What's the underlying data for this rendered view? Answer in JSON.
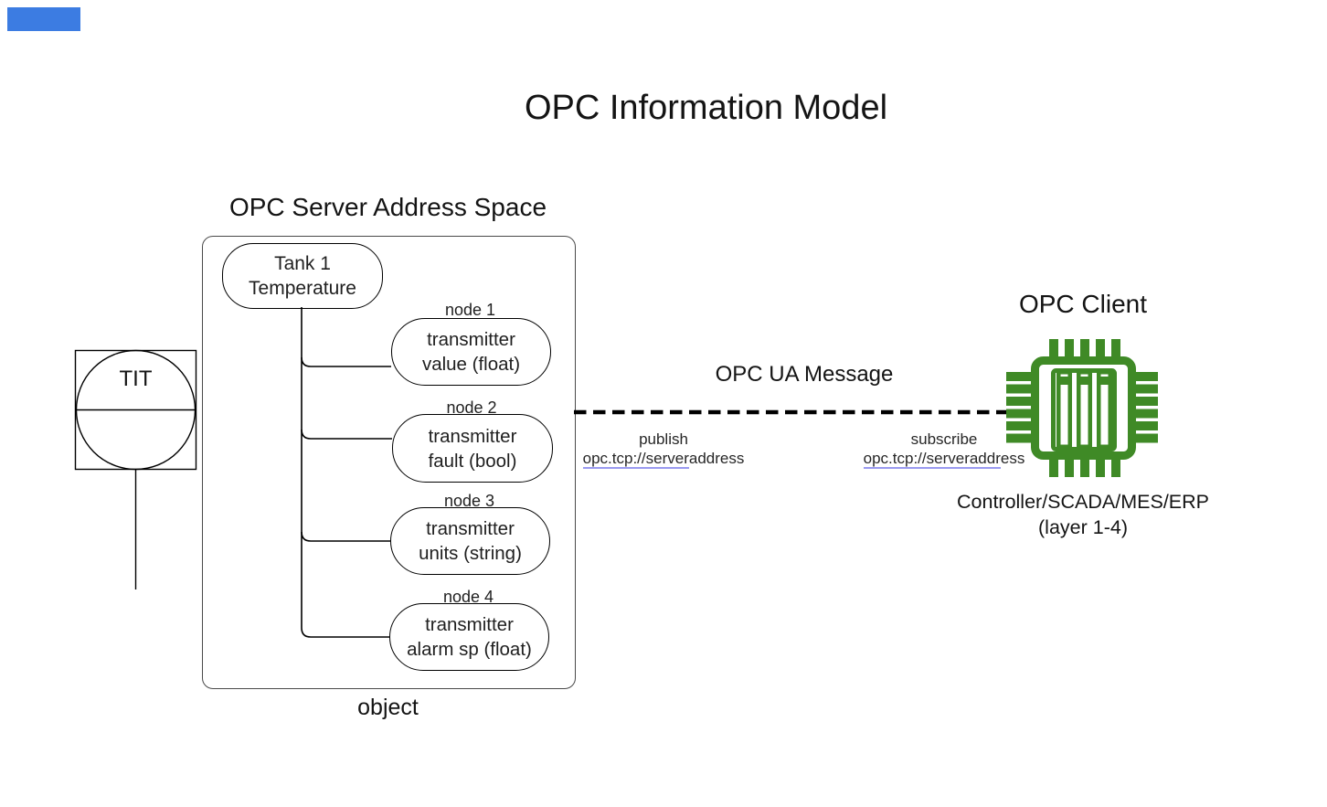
{
  "title": "OPC Information Model",
  "colors": {
    "corner_accent": "#3c7ce2",
    "chip_green": "#3f8a26",
    "link_underline": "#9a9af0"
  },
  "address_space": {
    "heading": "OPC Server Address Space",
    "footer_label": "object",
    "root": {
      "line1": "Tank 1",
      "line2": "Temperature"
    },
    "nodes": [
      {
        "label": "node 1",
        "line1": "transmitter",
        "line2": "value (float)"
      },
      {
        "label": "node 2",
        "line1": "transmitter",
        "line2": "fault (bool)"
      },
      {
        "label": "node 3",
        "line1": "transmitter",
        "line2": "units (string)"
      },
      {
        "label": "node 4",
        "line1": "transmitter",
        "line2": "alarm sp (float)"
      }
    ]
  },
  "instrument": {
    "tag": "TIT"
  },
  "link": {
    "message_label": "OPC UA Message",
    "publish": {
      "action": "publish",
      "url_linked": "opc.tcp://server",
      "url_plain": "address"
    },
    "subscribe": {
      "action": "subscribe",
      "url_linked": "opc.tcp://serveraddr",
      "url_plain": "ess"
    }
  },
  "client": {
    "heading": "OPC Client",
    "caption_line1": "Controller/SCADA/MES/ERP",
    "caption_line2": "(layer 1-4)"
  }
}
